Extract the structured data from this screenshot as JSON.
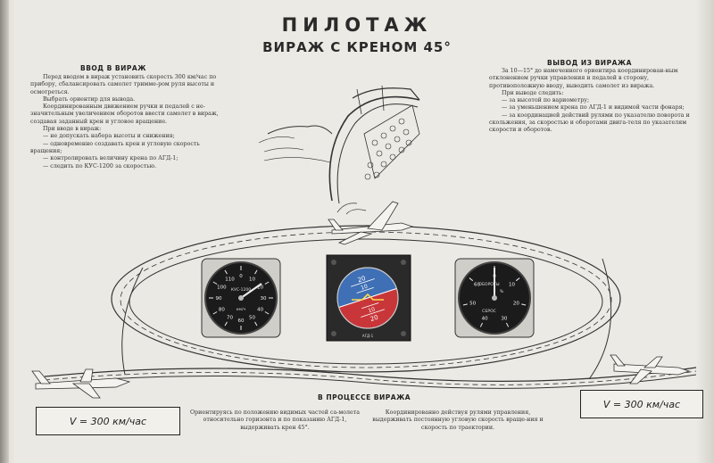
{
  "header": {
    "title": "ПИЛОТАЖ",
    "subtitle": "ВИРАЖ С КРЕНОМ 45°"
  },
  "left_column": {
    "heading": "ВВОД В ВИРАЖ",
    "lines": [
      "Перед вводом в вираж установить скорость 300 км/час по прибору, сбалансировать самолет тримме-ром руля высоты и осмотреться.",
      "Выбрать ориентир для вывода.",
      "Координированным движением ручки и педалей с не-значительным увеличением оборотов ввести самолет в вираж, создавая заданный крен и угловое вращение.",
      "При вводе в вираж:",
      "— не допускать набора высоты и снижения;",
      "— одновременно создавать крен и угловую скорость вращения;",
      "— контролировать величину крена по АГД-1;",
      "— следить по КУС-1200 за скоростью."
    ]
  },
  "right_column": {
    "heading": "ВЫВОД ИЗ ВИРАЖА",
    "lines": [
      "За 10—15° до намеченного ориентира координирован-ным отклонением ручки управления и педалей в сторону, противоположную вводу, выводить самолет из виража.",
      "При выводе следить:",
      "— за высотой по вариометру;",
      "— за уменьшением крена по АГД-1 и видимой части фонаря;",
      "— за координацией действий рулями по указателю поворота и скольжения, за скоростью и оборотами двига-теля по указателям скорости и оборотов."
    ]
  },
  "bottom": {
    "heading": "В ПРОЦЕССЕ ВИРАЖА",
    "left_text": "Ориентируясь по положению видимых частей са-молета относительно горизонта и по показанию АГД-1, выдерживать крен 45°.",
    "right_text": "Координированно действуя рулями управления, выдерживать постоянную угловую скорость враще-ния и скорость по траектории."
  },
  "speed_labels": {
    "left": "V = 300 км/час",
    "right": "V = 300 км/час"
  },
  "instruments": {
    "airspeed": {
      "label": "КУС-1200",
      "unit": "км/ч",
      "ticks": [
        "0",
        "10",
        "20",
        "30",
        "40",
        "50",
        "60",
        "70",
        "80",
        "90",
        "100",
        "110"
      ]
    },
    "attitude": {
      "label": "АГД-1",
      "ticks": [
        "20",
        "10",
        "10",
        "20"
      ],
      "sky_color": "#3f6fb5",
      "ground_color": "#c8363a"
    },
    "tachometer": {
      "label_top": "ОБОРОТЫ",
      "label_bottom": "СБРОС",
      "unit": "%",
      "ticks": [
        "0",
        "10",
        "20",
        "30",
        "40",
        "50",
        "60"
      ]
    }
  }
}
